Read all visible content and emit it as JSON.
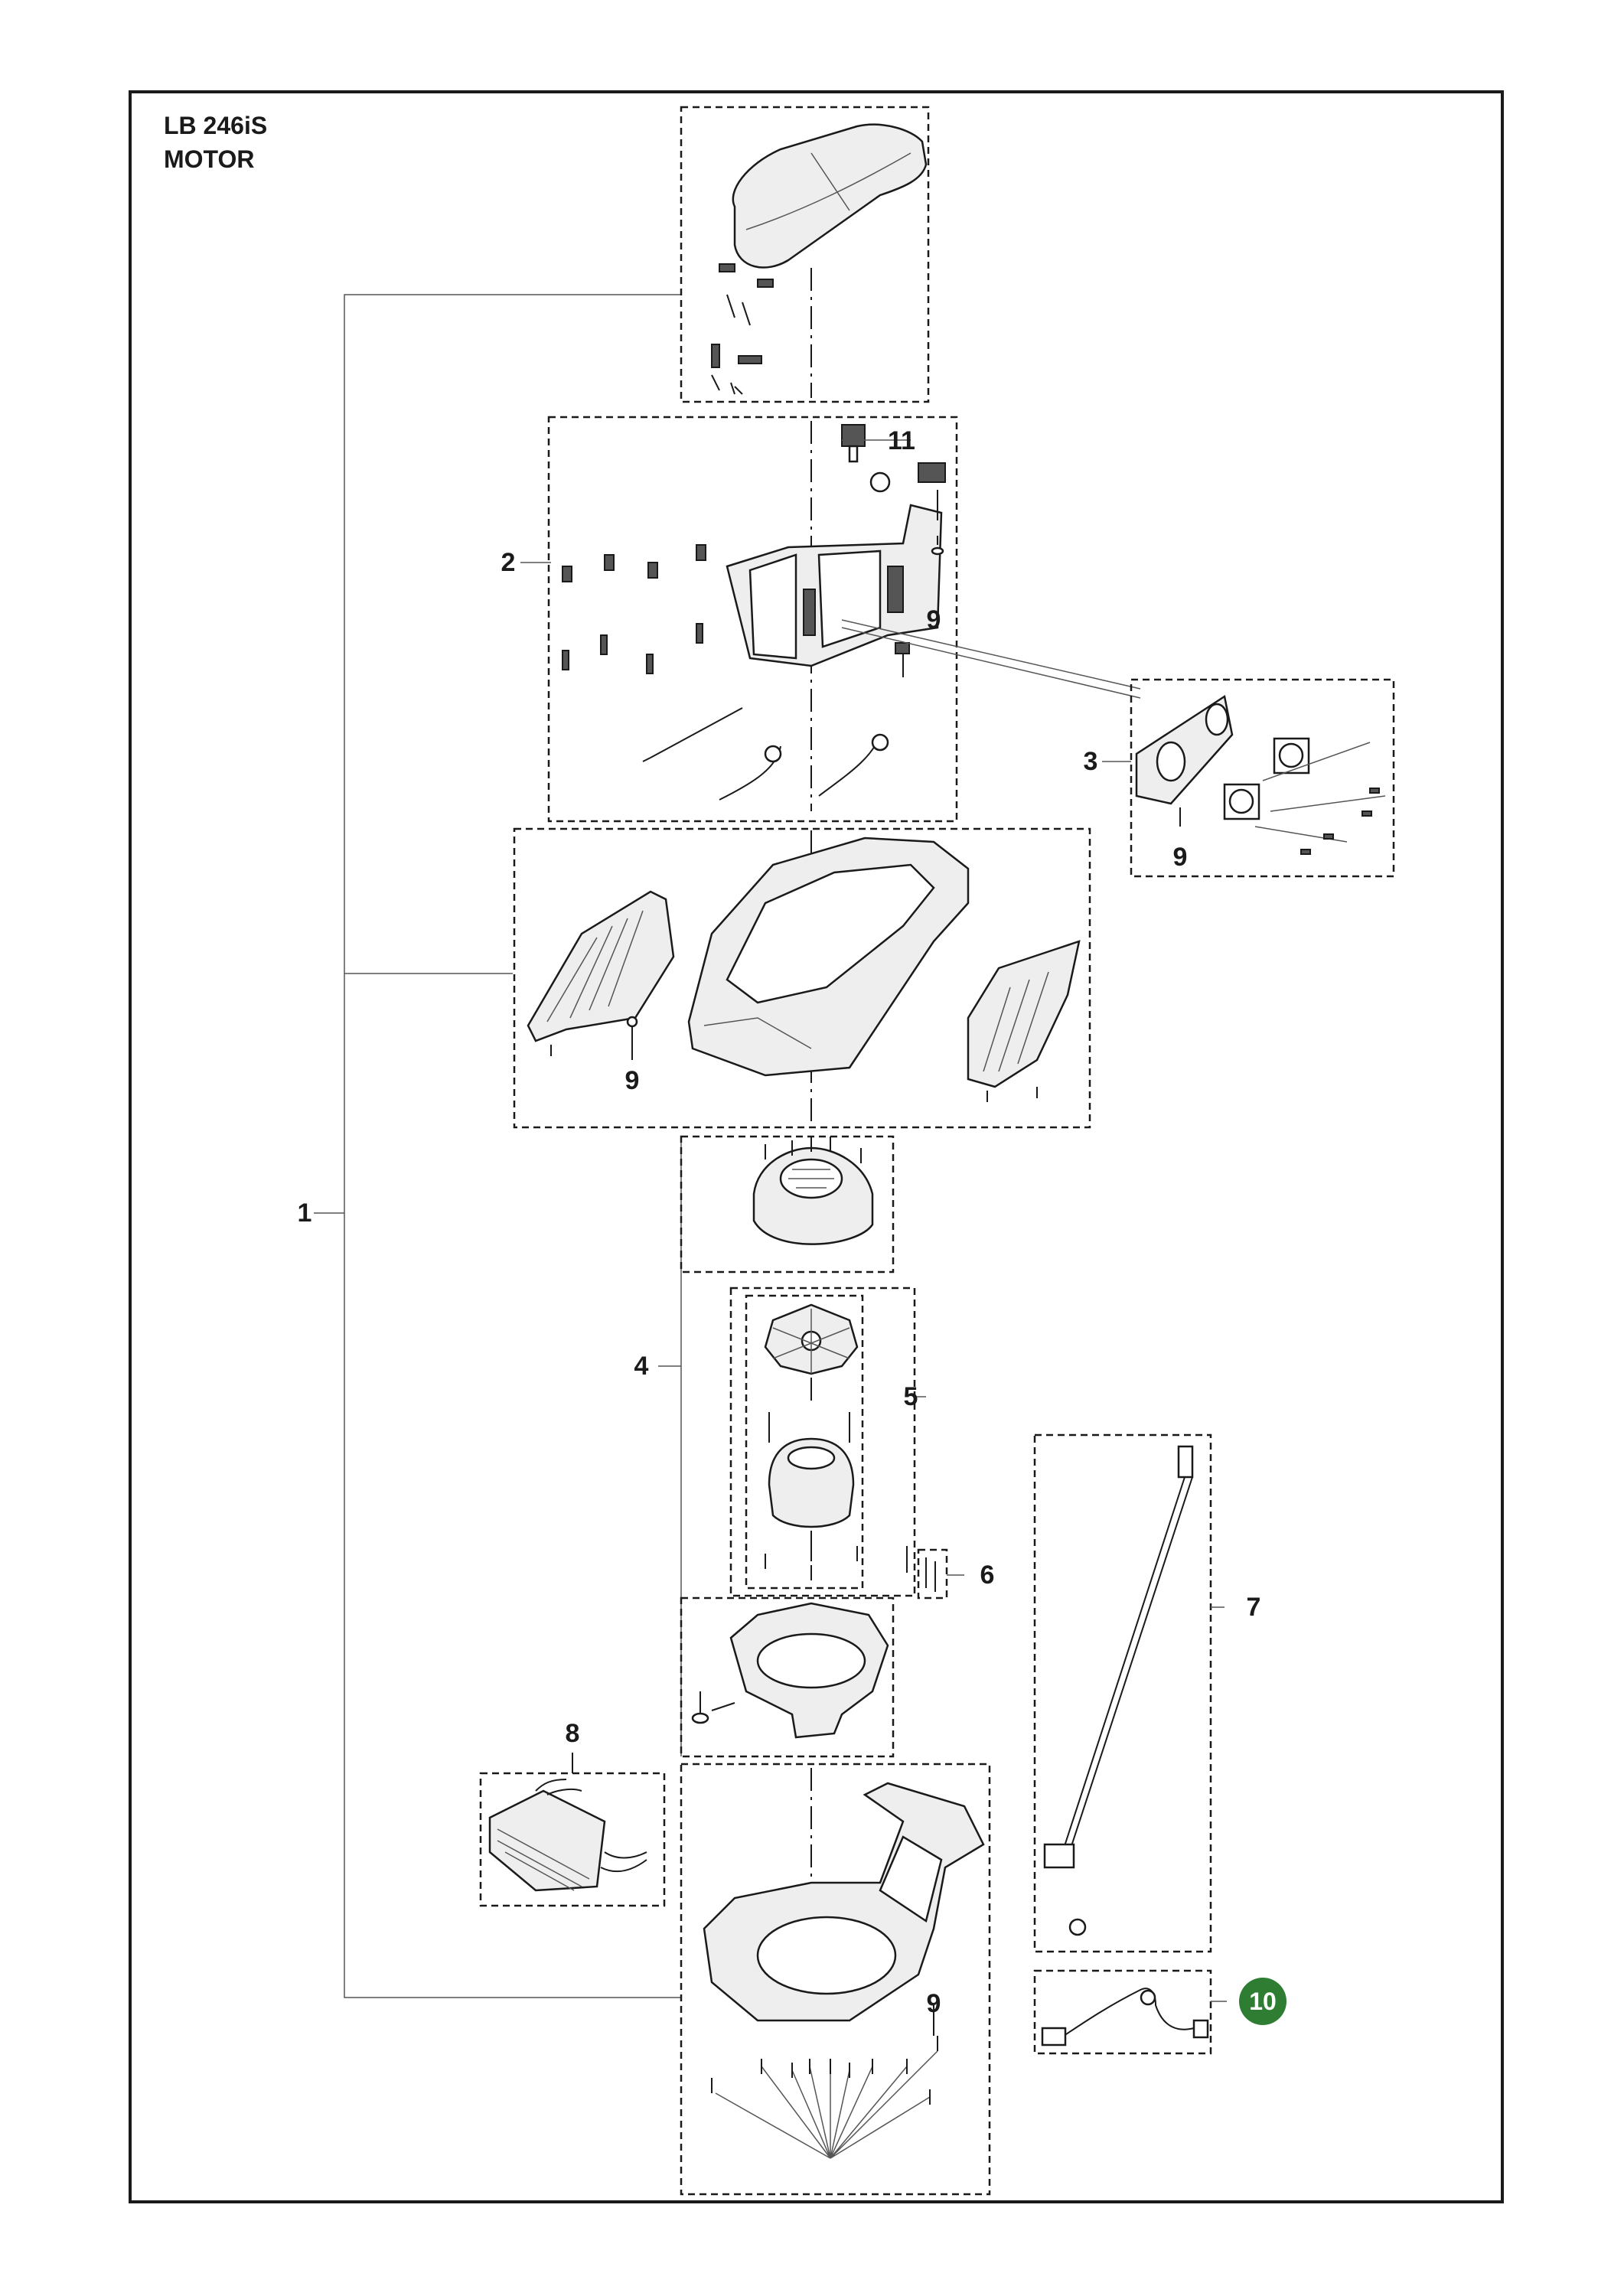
{
  "title": {
    "model": "LB 246iS",
    "section": "MOTOR"
  },
  "callouts": [
    {
      "id": "1",
      "label": "1"
    },
    {
      "id": "2",
      "label": "2"
    },
    {
      "id": "3",
      "label": "3"
    },
    {
      "id": "4",
      "label": "4"
    },
    {
      "id": "5",
      "label": "5"
    },
    {
      "id": "6",
      "label": "6"
    },
    {
      "id": "7",
      "label": "7"
    },
    {
      "id": "8",
      "label": "8"
    },
    {
      "id": "9a",
      "label": "9"
    },
    {
      "id": "9b",
      "label": "9"
    },
    {
      "id": "9c",
      "label": "9"
    },
    {
      "id": "9d",
      "label": "9"
    },
    {
      "id": "10",
      "label": "10",
      "highlight": true,
      "highlight_color": "#2e7d32"
    },
    {
      "id": "11",
      "label": "11"
    }
  ],
  "colors": {
    "line": "#1a1a1a",
    "part_fill": "#eeeeee",
    "part_dark": "#555555"
  }
}
